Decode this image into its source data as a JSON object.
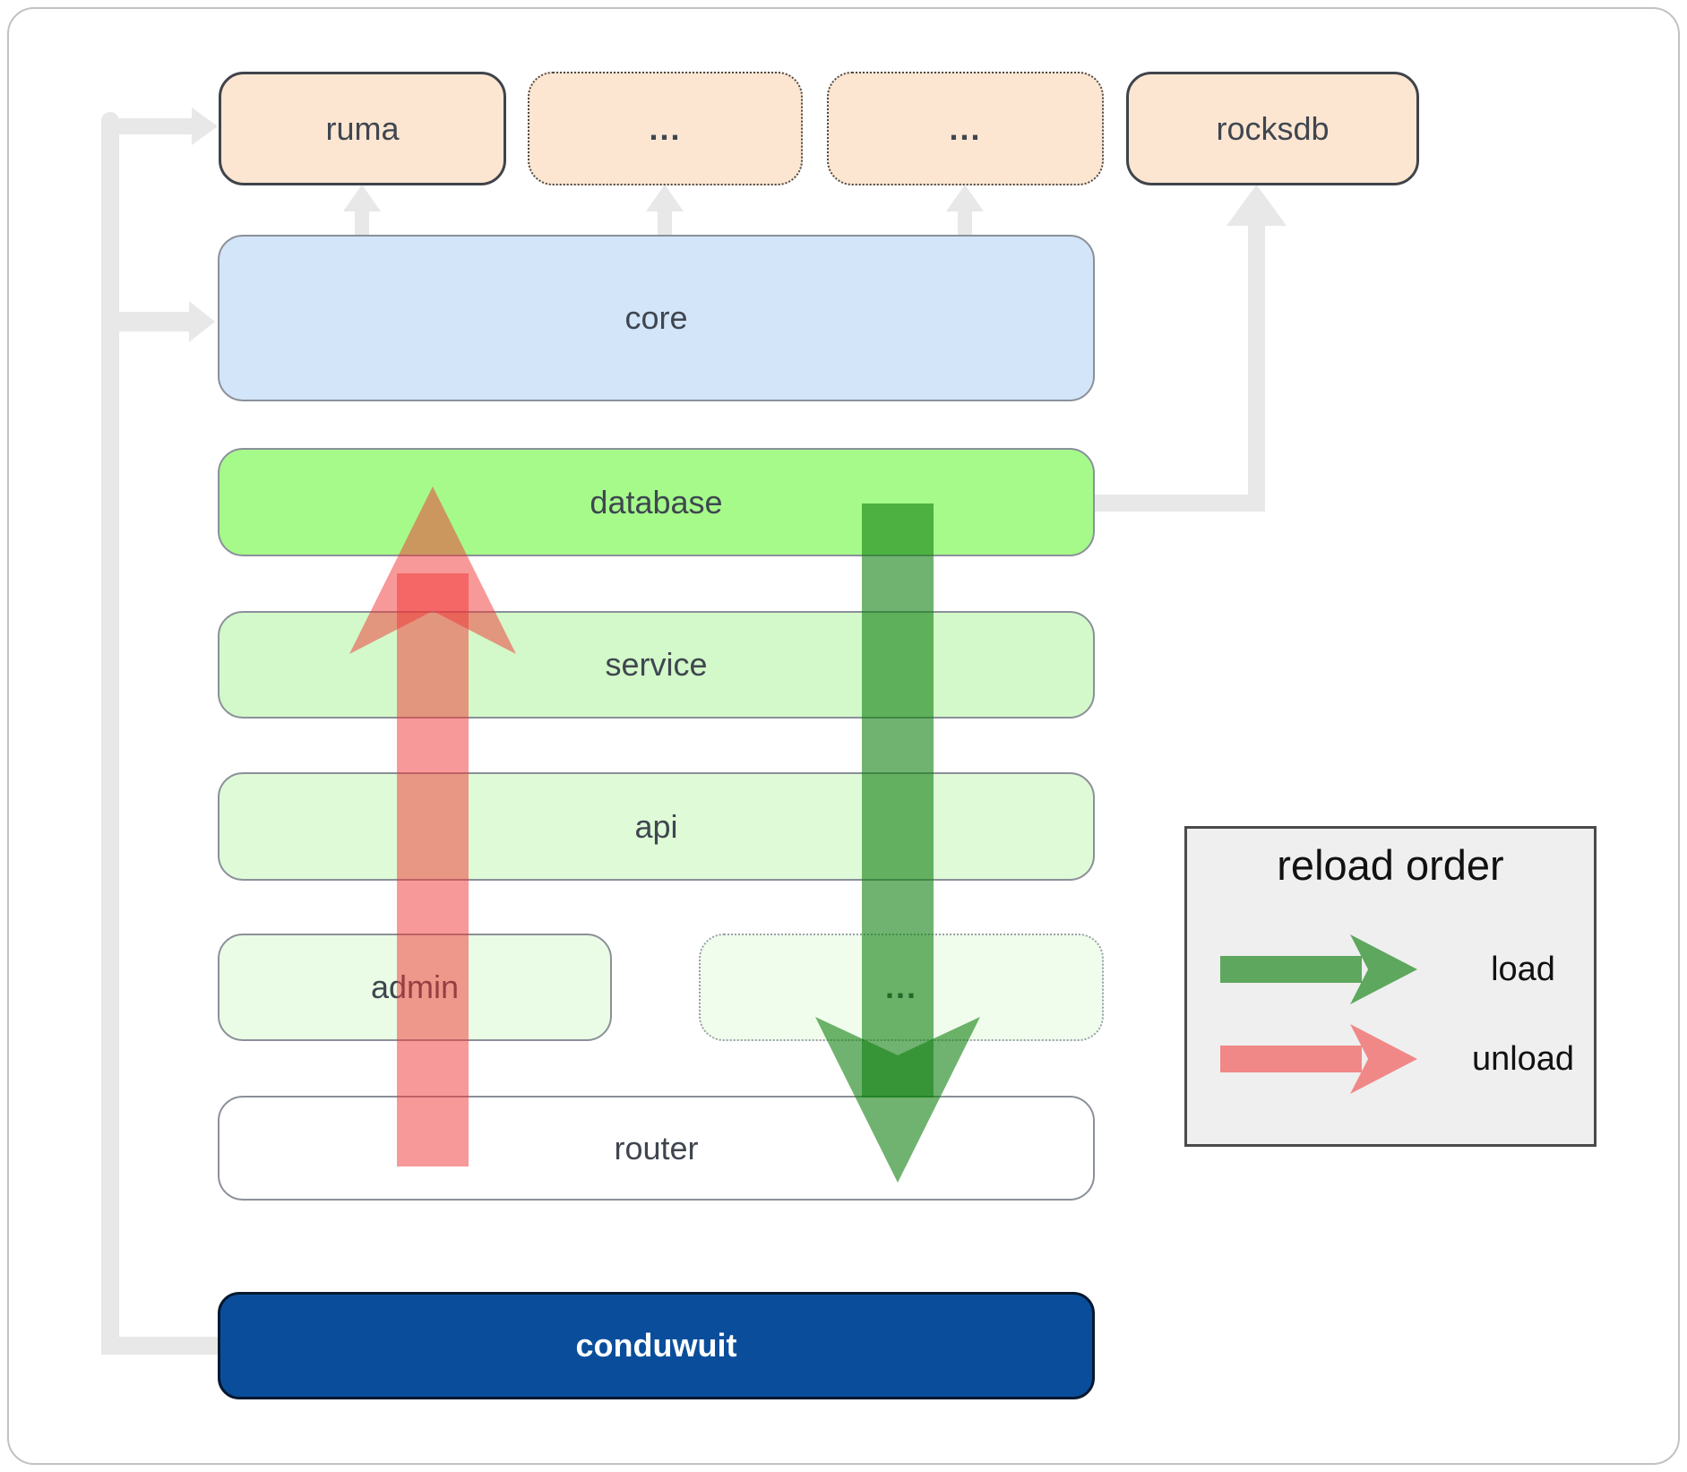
{
  "nodes": {
    "ruma": {
      "label": "ruma"
    },
    "dots_top_1": {
      "label": "..."
    },
    "dots_top_2": {
      "label": "..."
    },
    "rocksdb": {
      "label": "rocksdb"
    },
    "core": {
      "label": "core"
    },
    "database": {
      "label": "database"
    },
    "service": {
      "label": "service"
    },
    "api": {
      "label": "api"
    },
    "admin": {
      "label": "admin"
    },
    "dots_bottom": {
      "label": "..."
    },
    "router": {
      "label": "router"
    },
    "conduwuit": {
      "label": "conduwuit"
    }
  },
  "legend": {
    "title": "reload order",
    "load_label": "load",
    "unload_label": "unload"
  },
  "colors": {
    "frame_gray": "#c2c2c2",
    "connector_gray": "#e8e8e8",
    "border_dark": "#3f444b",
    "border_gray": "#8b9099",
    "peach": "#fce6d1",
    "core_blue": "#d3e5f8",
    "db_green": "#a5fa8a",
    "service_green": "#d3f8c9",
    "api_green": "#dffad7",
    "admin_green": "#eafce5",
    "dots_green": "#f0fdec",
    "router_white": "#ffffff",
    "conduwuit_navy": "#0a4e9b",
    "conduwuit_border": "#05182f",
    "label_dark": "#3f4650",
    "label_white": "#ffffff",
    "load_green": "#108010",
    "unload_red": "#f23333",
    "legend_bg": "#efefef",
    "legend_border": "#4a4a4a",
    "legend_text": "#111111"
  }
}
